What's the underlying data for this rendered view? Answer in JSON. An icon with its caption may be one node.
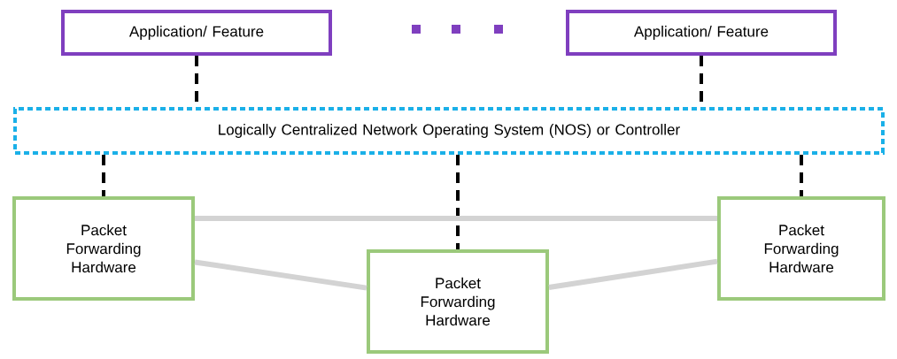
{
  "diagram": {
    "nodes": [
      {
        "text": [
          "Application/ Feature"
        ]
      },
      {
        "text": [
          "Application/ Feature"
        ]
      },
      {
        "text": [
          "Logically Centralized Network Operating System (NOS) or Controller"
        ]
      },
      {
        "text": [
          "Packet Forwarding Hardware"
        ]
      },
      {
        "text": [
          "Packet Forwarding Hardware"
        ]
      },
      {
        "text": [
          "Packet Forwarding Hardware"
        ]
      }
    ],
    "edges": [
      {
        "from": 0,
        "to": 2,
        "arrow": "none",
        "style": "dashed"
      },
      {
        "from": 1,
        "to": 2,
        "arrow": "none",
        "style": "dashed"
      },
      {
        "from": 2,
        "to": 3,
        "arrow": "none",
        "style": "dashed"
      },
      {
        "from": 2,
        "to": 4,
        "arrow": "none",
        "style": "dashed"
      },
      {
        "from": 2,
        "to": 5,
        "arrow": "none",
        "style": "dashed"
      },
      {
        "from": 3,
        "to": 5,
        "arrow": "none",
        "color": "#d3d3d3"
      },
      {
        "from": 3,
        "to": 4,
        "arrow": "none",
        "color": "#d3d3d3"
      },
      {
        "from": 4,
        "to": 5,
        "arrow": "none",
        "color": "#d3d3d3"
      }
    ]
  }
}
